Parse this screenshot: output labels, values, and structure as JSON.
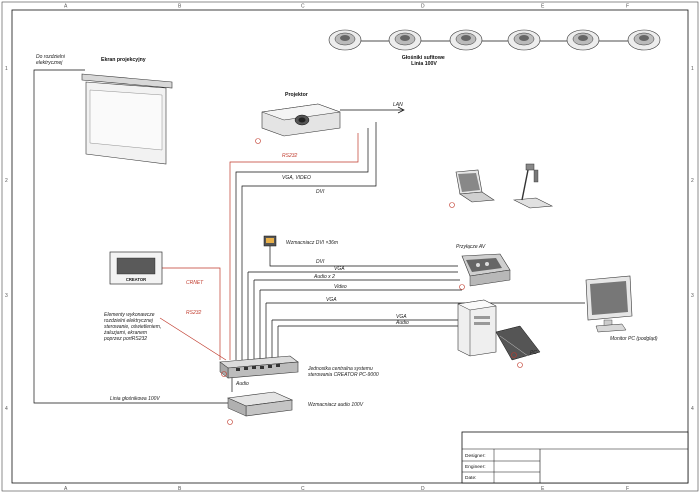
{
  "frame": {
    "columns": [
      "A",
      "B",
      "C",
      "D",
      "E",
      "F"
    ],
    "rows": [
      "1",
      "2",
      "3",
      "4"
    ]
  },
  "labels": {
    "screen_note": "Do rozdzielni\nelektrycznej",
    "screen": "Ekran projekcyjny",
    "speakers": "Głośniki sufitowe\nLinia 100V",
    "projector": "Projektor",
    "lan": "LAN",
    "rs232_top": "RS232",
    "vga_video": "VGA, VIDEO",
    "dvi_top": "DVI",
    "dvi_amp": "Wzmacniacz DVI ×36m",
    "av_box": "Przyłącze AV",
    "dvi_mid": "DVI",
    "vga_mid": "VGA",
    "audio_x2": "Audio x 2",
    "video": "Video",
    "vga_long": "VGA",
    "vga_pc": "VGA",
    "audio_pc": "Audio",
    "pc": "PC",
    "monitor": "Monitor PC (podgląd)",
    "creator_panel": "CREATOR",
    "crnet": "CRNET",
    "rs232_low": "RS232",
    "elements_note": "Elementy wykonawcze\nrozdzielni elektrycznej\nsterowanie, oświetleniem,\nżaluzjami, ekranem\npoprzez portRS232",
    "audio": "Audio",
    "central": "Jednostka centralna systemu\nsterowania CREATOR PC-9000",
    "speaker_line": "Linia głośnikowa 100V",
    "amp100": "Wzmacniacz audio 100V"
  },
  "title_block": {
    "rows": [
      "Designer:",
      "Engineer:",
      "Date:"
    ]
  },
  "icons": [
    "ceiling-speaker-icon",
    "projector-icon",
    "laptop-icon",
    "document-camera-icon",
    "pc-tower-icon",
    "monitor-icon",
    "control-panel-icon",
    "amplifier-icon",
    "controller-icon",
    "dvi-amplifier-icon",
    "av-box-icon"
  ],
  "colors": {
    "signal": "#111111",
    "control": "#c0392b",
    "marker": "#c0392b"
  }
}
